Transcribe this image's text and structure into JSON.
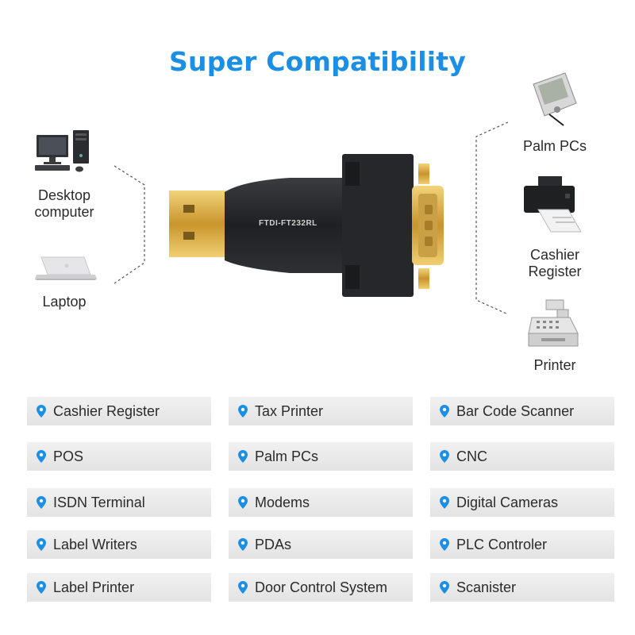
{
  "title": "Super Compatibility",
  "adapter": {
    "chip_text": "FTDI-FT232RL"
  },
  "left_devices": [
    {
      "label": "Desktop\ncomputer",
      "icon": "desktop-computer-icon"
    },
    {
      "label": "Laptop",
      "icon": "laptop-icon"
    }
  ],
  "right_devices": [
    {
      "label": "Palm PCs",
      "icon": "palm-pc-icon"
    },
    {
      "label": "Cashier\nRegister",
      "icon": "printer-icon"
    },
    {
      "label": "Printer",
      "icon": "cash-register-icon"
    }
  ],
  "compatible_list": [
    [
      "Cashier Register",
      "Tax Printer",
      "Bar Code Scanner"
    ],
    [
      "POS",
      "Palm PCs",
      "CNC"
    ],
    [
      "ISDN Terminal",
      "Modems",
      "Digital Cameras"
    ],
    [
      "Label Writers",
      "PDAs",
      "PLC Controler"
    ],
    [
      "Label Printer",
      "Door Control System",
      "Scanister"
    ]
  ],
  "colors": {
    "accent": "#1a8fe3",
    "chip_bg": "#e8e8e8",
    "pin": "#1a8fe3",
    "gold": "#d4a53a"
  }
}
